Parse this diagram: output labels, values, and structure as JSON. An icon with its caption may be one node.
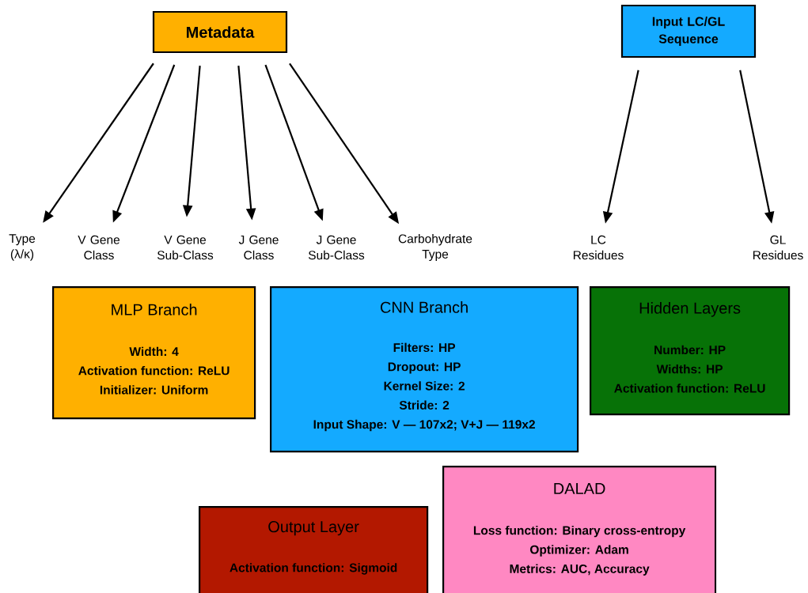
{
  "diagram": {
    "nodes": [
      {
        "text": [
          "Metadata"
        ]
      },
      {
        "text": [
          "Input LC/GL Sequence"
        ]
      },
      {
        "text": [
          "Type (λ/κ)"
        ]
      },
      {
        "text": [
          "V Gene Class"
        ]
      },
      {
        "text": [
          "V Gene Sub-Class"
        ]
      },
      {
        "text": [
          "J Gene Class"
        ]
      },
      {
        "text": [
          "J Gene Sub-Class"
        ]
      },
      {
        "text": [
          "Carbohydrate Type"
        ]
      },
      {
        "text": [
          "LC Residues"
        ]
      },
      {
        "text": [
          "GL Residues"
        ]
      },
      {
        "text": [
          "MLP Branch",
          "Width: 4",
          "Activation function: ReLU",
          "Initializer: Uniform"
        ]
      },
      {
        "text": [
          "CNN Branch",
          "Filters: HP",
          "Dropout: HP",
          "Kernel Size: 2",
          "Stride: 2",
          "Input Shape: V — 107x2; V+J — 119x2"
        ]
      },
      {
        "text": [
          "Hidden Layers",
          "Number: HP",
          "Widths: HP",
          "Activation function: ReLU"
        ]
      },
      {
        "text": [
          "Output Layer",
          "Activation function: Sigmoid"
        ]
      },
      {
        "text": [
          "DALAD",
          "Loss function: Binary cross-entropy",
          "Optimizer: Adam",
          "Metrics: AUC, Accuracy"
        ]
      }
    ],
    "edges": [
      {
        "from": 0,
        "to": 2,
        "arrow": "to"
      },
      {
        "from": 0,
        "to": 3,
        "arrow": "to"
      },
      {
        "from": 0,
        "to": 4,
        "arrow": "to"
      },
      {
        "from": 0,
        "to": 5,
        "arrow": "to"
      },
      {
        "from": 0,
        "to": 6,
        "arrow": "to"
      },
      {
        "from": 0,
        "to": 7,
        "arrow": "to"
      },
      {
        "from": 1,
        "to": 8,
        "arrow": "to"
      },
      {
        "from": 1,
        "to": 9,
        "arrow": "to"
      }
    ]
  }
}
